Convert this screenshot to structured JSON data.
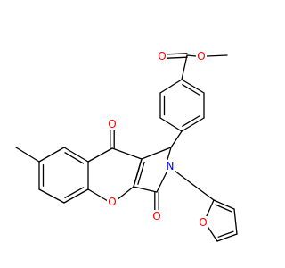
{
  "molecule": {
    "atom_labels": [
      {
        "id": "o-ester-carbonyl",
        "text": "O",
        "color": "#ff0000"
      },
      {
        "id": "o-ester-ether",
        "text": "O",
        "color": "#ff0000"
      },
      {
        "id": "o-chromone-ketone",
        "text": "O",
        "color": "#ff0000"
      },
      {
        "id": "o-pyran-ring",
        "text": "O",
        "color": "#ff0000"
      },
      {
        "id": "o-lactam-carbonyl",
        "text": "O",
        "color": "#ff0000"
      },
      {
        "id": "n-lactam",
        "text": "N",
        "color": "#0000ff"
      },
      {
        "id": "o-furan-ring",
        "text": "O",
        "color": "#ff0000"
      }
    ]
  }
}
